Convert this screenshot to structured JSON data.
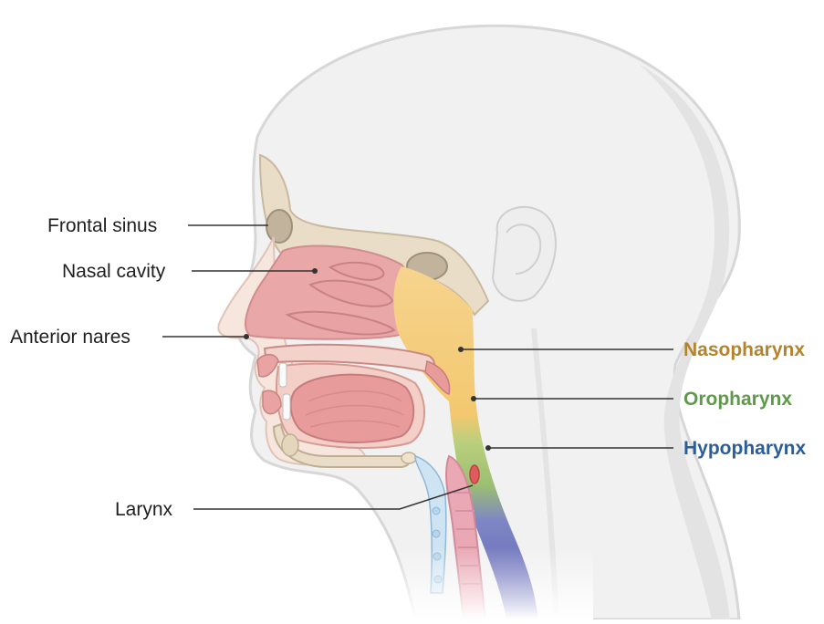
{
  "labels": {
    "frontal_sinus": "Frontal sinus",
    "nasal_cavity": "Nasal cavity",
    "anterior_nares": "Anterior nares",
    "larynx": "Larynx"
  },
  "regions": {
    "nasopharynx": {
      "label": "Nasopharynx",
      "color": "#b5832c"
    },
    "oropharynx": {
      "label": "Oropharynx",
      "color": "#5e9a4a"
    },
    "hypopharynx": {
      "label": "Hypopharynx",
      "color": "#2b5d9a"
    }
  }
}
